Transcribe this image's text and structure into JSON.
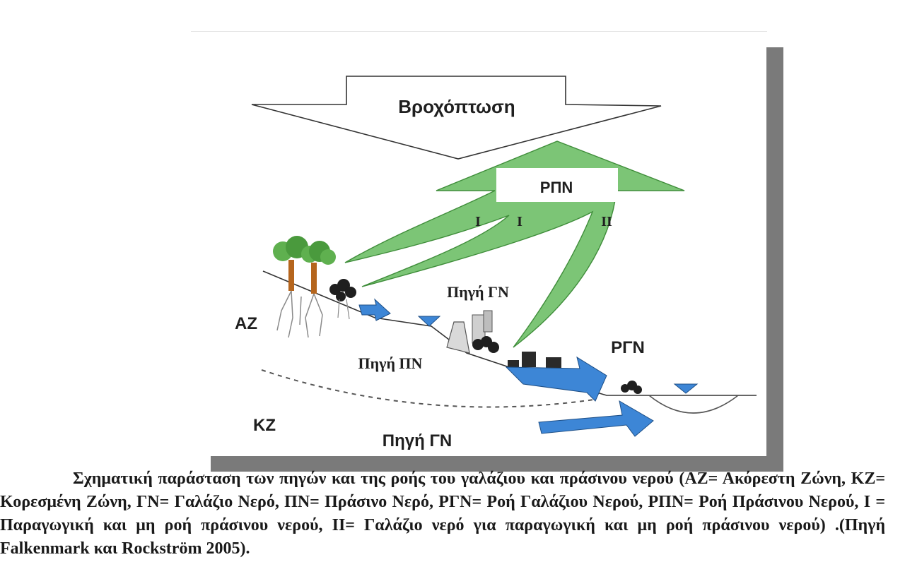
{
  "diagram": {
    "precipitation": "Βροχόπτωση",
    "green_flow": "ΡΠΝ",
    "flow_I_left": "I",
    "flow_I_right": "I",
    "flow_II": "II",
    "green_source": "Πηγή ΓΝ",
    "unsaturated_zone": "ΑΖ",
    "green_water_source": "Πηγή ΠΝ",
    "blue_flow": "ΡΓΝ",
    "saturated_zone": "ΚΖ",
    "groundwater_source": "Πηγή ΓΝ",
    "colors": {
      "green_arrow": "#7cc576",
      "green_outline": "#3f8d3a",
      "blue_arrow": "#3d86d6",
      "frame_shadow": "#7a7a7a"
    }
  },
  "caption": {
    "text": "Σχηματική παράσταση  των πηγών και της ροής του γαλάζιου και πράσινου νερού (ΑΖ= Ακόρεστη Ζώνη, ΚΖ= Κορεσμένη Ζώνη, ΓΝ= Γαλάζιο Νερό, ΠΝ= Πράσινο Νερό, ΡΓΝ= Ροή Γαλάζιου Νερού,  ΡΠΝ= Ροή Πράσινου Νερού, Ι = Παραγωγική και μη ροή πράσινου νερού, ΙΙ= Γαλάζιο νερό  για παραγωγική και μη ροή πράσινου νερού) .(Πηγή Falkenmark και Rockström 2005)."
  }
}
